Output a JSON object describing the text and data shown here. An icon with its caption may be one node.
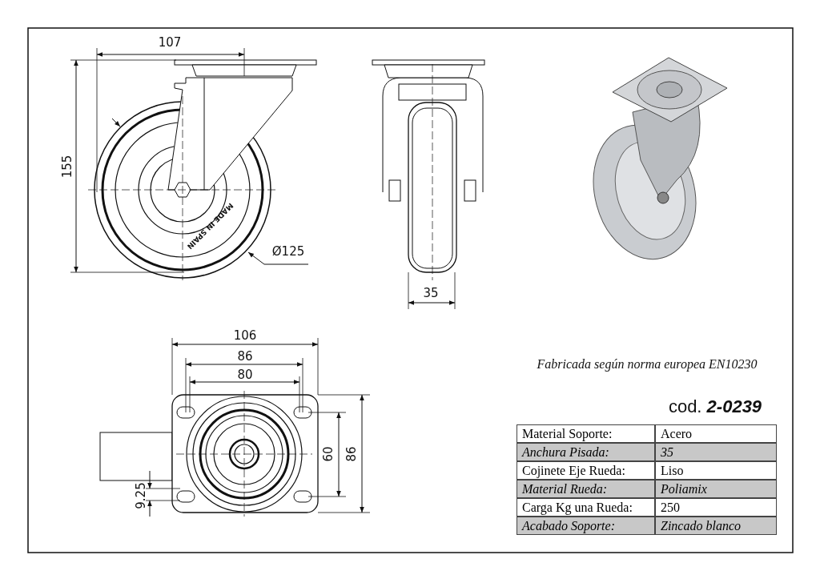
{
  "diagram": {
    "labels": [
      "107",
      "155",
      "MADE IN SPAIN",
      "Ø125",
      "35",
      "106",
      "86",
      "80",
      "60",
      "86",
      "9.25",
      "Fabricada según norma europea EN10230",
      "cod. **2-0239**",
      "Material Soporte:",
      "Acero",
      "Anchura Pisada:",
      "35",
      "Cojinete Eje Rueda:",
      "Liso",
      "Material Rueda:",
      "Poliamix",
      "Carga Kg una Rueda:",
      "250",
      "Acabado Soporte:",
      "Zincado blanco"
    ]
  }
}
